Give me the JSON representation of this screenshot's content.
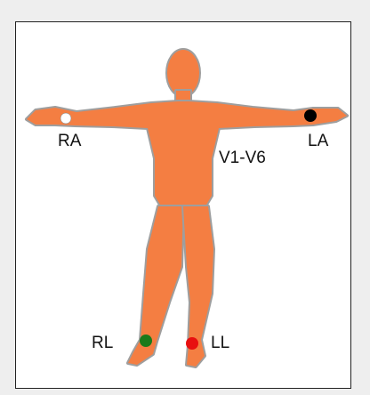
{
  "labels": {
    "ra": "RA",
    "la": "LA",
    "chest": "V1-V6",
    "rl": "RL",
    "ll": "LL"
  },
  "colors": {
    "body": "#f47e42",
    "outline": "#9e9e9e",
    "ra_electrode": "#ffffff",
    "la_electrode": "#000000",
    "rl_electrode": "#1a7a1a",
    "ll_electrode": "#e81010"
  }
}
